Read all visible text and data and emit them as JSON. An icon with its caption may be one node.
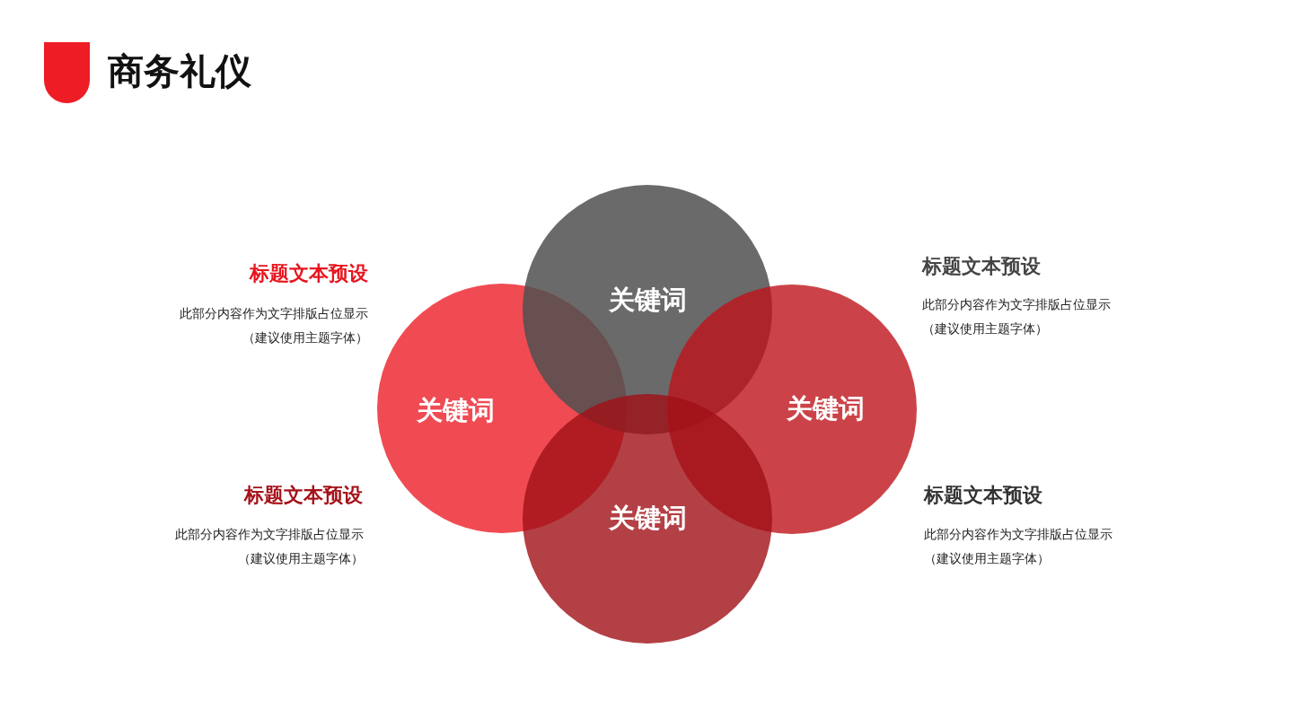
{
  "diagram": {
    "title": "商务礼仪",
    "nodes": [
      {
        "text": [
          "关键词"
        ]
      },
      {
        "text": [
          "关键词"
        ]
      },
      {
        "text": [
          "关键词"
        ]
      },
      {
        "text": [
          "关键词"
        ]
      }
    ],
    "labels": [
      "标题文本预设",
      "此部分内容作为文字排版占位显示（建议使用主题字体）",
      "标题文本预设",
      "此部分内容作为文字排版占位显示（建议使用主题字体）",
      "标题文本预设",
      "此部分内容作为文字排版占位显示（建议使用主题字体）",
      "标题文本预设",
      "此部分内容作为文字排版占位显示（建议使用主题字体）"
    ]
  }
}
